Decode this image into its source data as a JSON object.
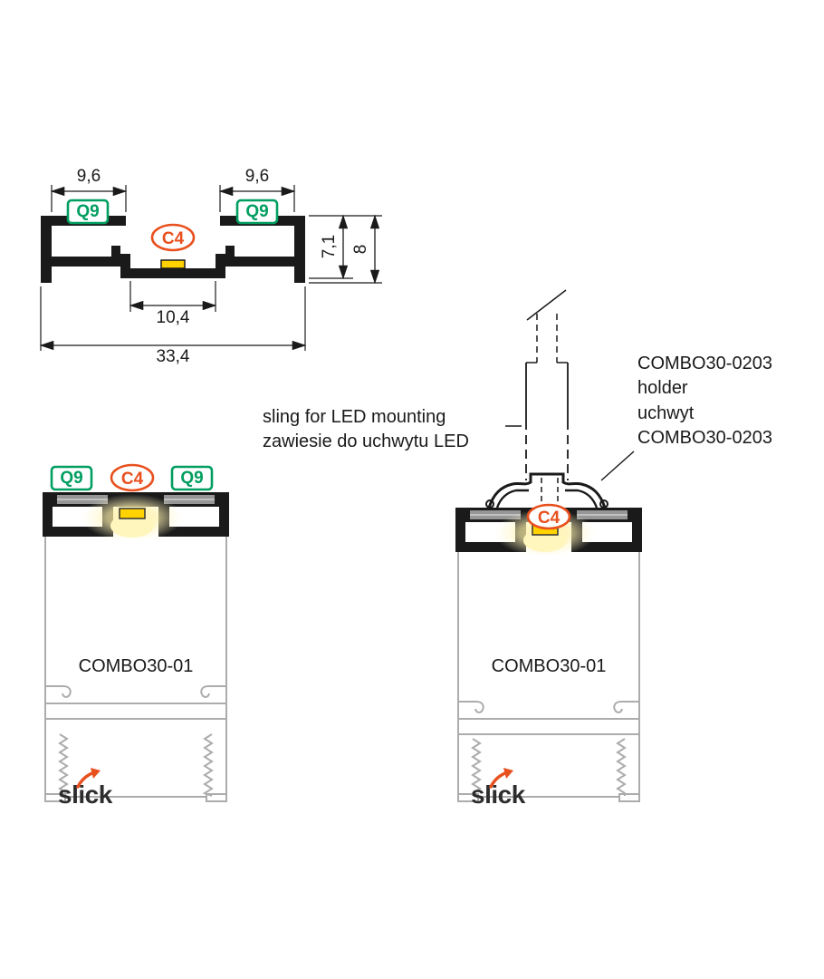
{
  "cross_section": {
    "dims": {
      "slot_left": "9,6",
      "slot_right": "9,6",
      "inner_height": "7,1",
      "total_height": "8",
      "channel_width": "10,4",
      "total_width": "33,4"
    },
    "labels": {
      "q9_left": "Q9",
      "q9_right": "Q9",
      "c4": "C4"
    }
  },
  "notes": {
    "sling_en": "sling for LED mounting",
    "sling_pl": "zawiesie do uchwytu LED",
    "holder_code_en": "COMBO30-0203",
    "holder_word_en": "holder",
    "holder_word_pl": "uchwyt",
    "holder_code_pl": "COMBO30-0203"
  },
  "assembly_left": {
    "labels": {
      "q9_left": "Q9",
      "c4": "C4",
      "q9_right": "Q9"
    },
    "profile_name": "COMBO30-01",
    "brand": "slick"
  },
  "assembly_right": {
    "labels": {
      "c4": "C4"
    },
    "profile_name": "COMBO30-01",
    "brand": "slick"
  },
  "colors": {
    "profile_black": "#1A1A1A",
    "body_gray": "#ACACAC",
    "q9_green": "#009E60",
    "c4_orange": "#E8501E",
    "led_yellow": "#FFD200",
    "glow_yellow": "#FFF1A8",
    "brand_orange": "#E8501E"
  }
}
